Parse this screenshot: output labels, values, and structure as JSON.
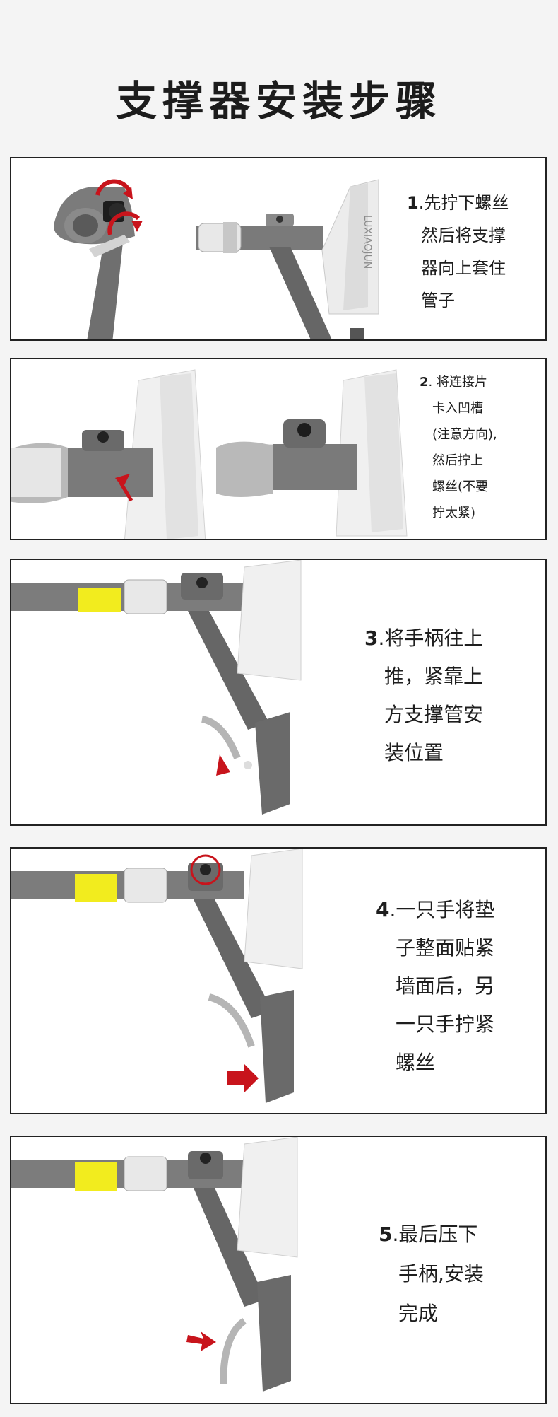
{
  "page": {
    "title": "支撑器安装步骤"
  },
  "steps": [
    {
      "number": "1",
      "lines": [
        ".先拧下螺丝",
        "然后将支撑",
        "器向上套住",
        "管子"
      ]
    },
    {
      "number": "2",
      "lines": [
        ". 将连接片",
        "卡入凹槽",
        "(注意方向),",
        "然后拧上",
        "螺丝(不要",
        "拧太紧)"
      ]
    },
    {
      "number": "3",
      "lines": [
        ".将手柄往上",
        "推，紧靠上",
        "方支撑管安",
        "装位置"
      ]
    },
    {
      "number": "4",
      "lines": [
        ".一只手将垫",
        "子整面贴紧",
        "墙面后，另",
        "一只手拧紧",
        "螺丝"
      ]
    },
    {
      "number": "5",
      "lines": [
        ".最后压下",
        "手柄,安装",
        "完成"
      ]
    }
  ],
  "brand": "LUXIAOJUN",
  "colors": {
    "accent_red": "#c8141c",
    "label_yellow": "#f2ec1e",
    "metal_gray": "#6f6f6f"
  }
}
